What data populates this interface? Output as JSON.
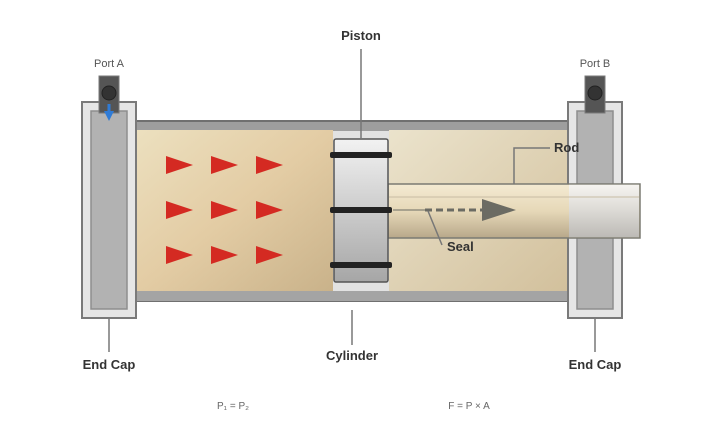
{
  "diagram": {
    "type": "hydraulic-cylinder",
    "labels": {
      "piston": "Piston",
      "port_a": "Port A",
      "port_b": "Port B",
      "rod": "Rod",
      "seal": "Seal",
      "cylinder": "Cylinder",
      "end_cap_left": "End Cap",
      "end_cap_right": "End Cap"
    },
    "equations": {
      "pressure": "P₁ = P₂",
      "force": "F = P × A"
    },
    "colors": {
      "fluid": "#e6d2a8",
      "pressure_arrow": "#d42a22",
      "flow_indicator": "#2f7bd6",
      "metal": "#a9a9a9",
      "motion_arrow": "#6b6b63"
    },
    "pressure_arrows": {
      "rows": 3,
      "cols": 3,
      "direction": "right"
    },
    "motion_direction": "right"
  }
}
